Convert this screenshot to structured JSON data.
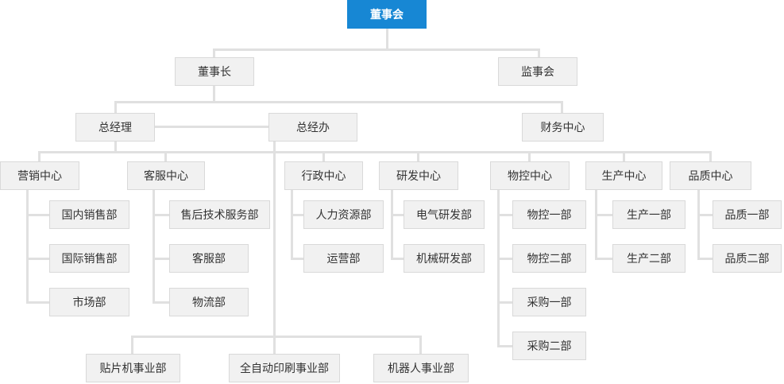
{
  "colors": {
    "root_bg": "#1787d4",
    "root_text": "#ffffff",
    "node_bg": "#f1f1f1",
    "node_border": "#d9d9d9",
    "node_text": "#333333",
    "connector": "#e0e0e0",
    "canvas_bg": "#ffffff"
  },
  "org": {
    "board": "董事会",
    "chairman": "董事长",
    "supervisory_board": "监事会",
    "general_manager": "总经理",
    "gm_office": "总经办",
    "finance_center": "财务中心",
    "centers": {
      "marketing": {
        "label": "营销中心",
        "children": [
          "国内销售部",
          "国际销售部",
          "市场部"
        ]
      },
      "customer_service": {
        "label": "客服中心",
        "children": [
          "售后技术服务部",
          "客服部",
          "物流部"
        ]
      },
      "administration": {
        "label": "行政中心",
        "children": [
          "人力资源部",
          "运营部"
        ]
      },
      "rnd": {
        "label": "研发中心",
        "children": [
          "电气研发部",
          "机械研发部"
        ]
      },
      "material_control": {
        "label": "物控中心",
        "children": [
          "物控一部",
          "物控二部",
          "采购一部",
          "采购二部"
        ]
      },
      "production": {
        "label": "生产中心",
        "children": [
          "生产一部",
          "生产二部"
        ]
      },
      "quality": {
        "label": "品质中心",
        "children": [
          "品质一部",
          "品质二部"
        ]
      }
    },
    "business_divisions": [
      "贴片机事业部",
      "全自动印刷事业部",
      "机器人事业部"
    ]
  }
}
